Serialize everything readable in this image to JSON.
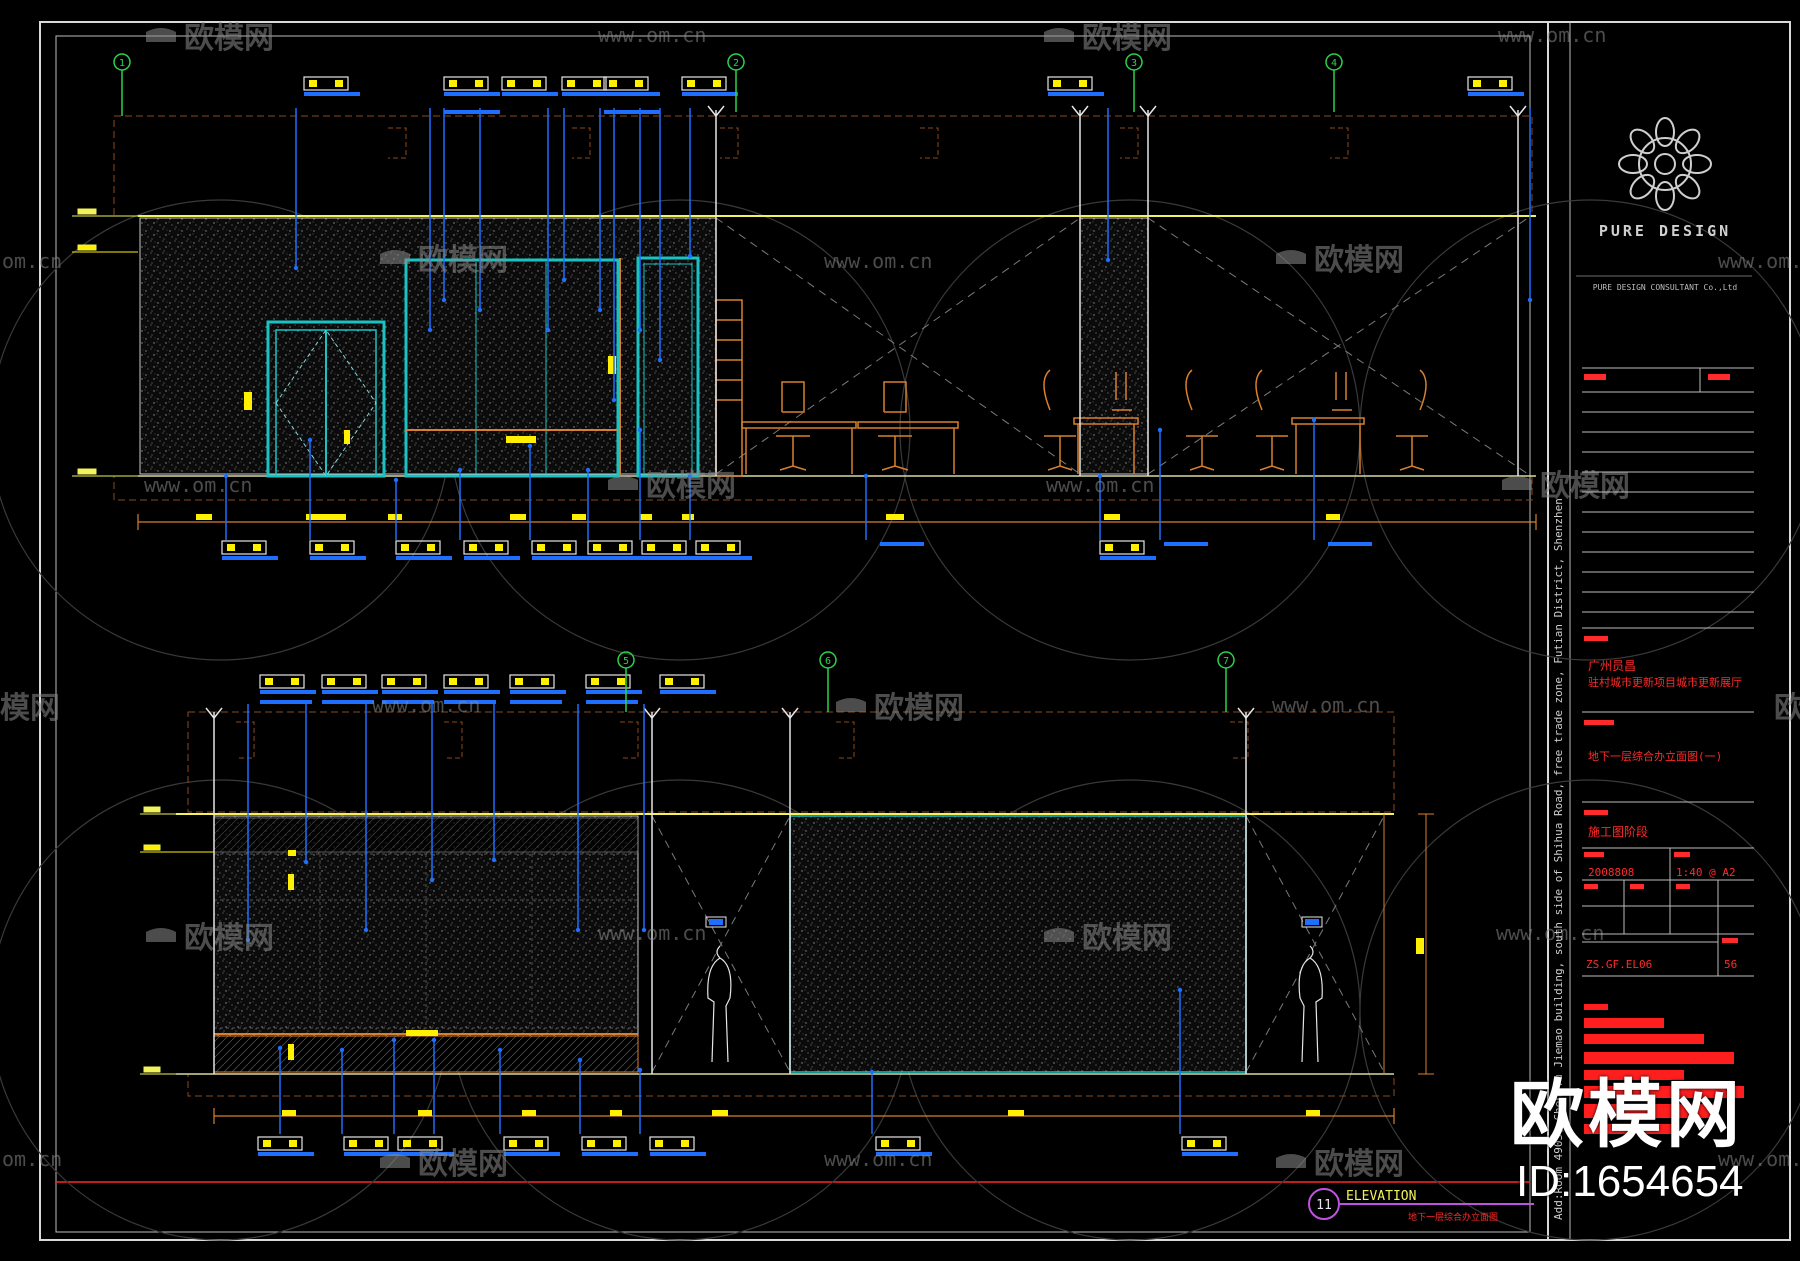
{
  "watermark": {
    "brand": "欧模网",
    "url": "www.om.cn",
    "url_partial": "om.cn",
    "brand_partial_left": "模网",
    "brand_partial_right": "欧"
  },
  "footer_watermark": {
    "brand": "欧模网",
    "id": "ID:1654654"
  },
  "grid_bubbles": [
    "1",
    "2",
    "3",
    "4",
    "5",
    "6",
    "7"
  ],
  "title_block": {
    "company": "PURE DESIGN",
    "company_sub": "PURE DESIGN CONSULTANT Co.,Ltd",
    "project": "广州员昌",
    "project_line2": "驻村城市更新项目城市更新展厅",
    "drawing_title": "地下一层综合办立面图(一)",
    "stage": "施工图阶段",
    "date": "2008808",
    "scale": "1:40 @ A2",
    "drawing_no": "ZS.GF.EL06",
    "sheet_no": "56",
    "address_vertical": "Add:Room 4903, Chengfu Jiemao building, south side of Shihua Road, free trade zone, Futian District, Shenzhen"
  },
  "elevation_label": {
    "number": "11",
    "title": "ELEVATION",
    "subtitle": "地下一层综合办立面图"
  },
  "colors": {
    "background": "#000000",
    "frame": "#e6e6e6",
    "ceiling_line": "#f2f25a",
    "leader": "#1e6fff",
    "glass": "#19c3c3",
    "wood": "#d7802f",
    "grid_bubble": "#2bd24a",
    "tag": "#ffef00",
    "red_hatch": "#ff1e1e",
    "watermark": "#8a8a8a"
  }
}
